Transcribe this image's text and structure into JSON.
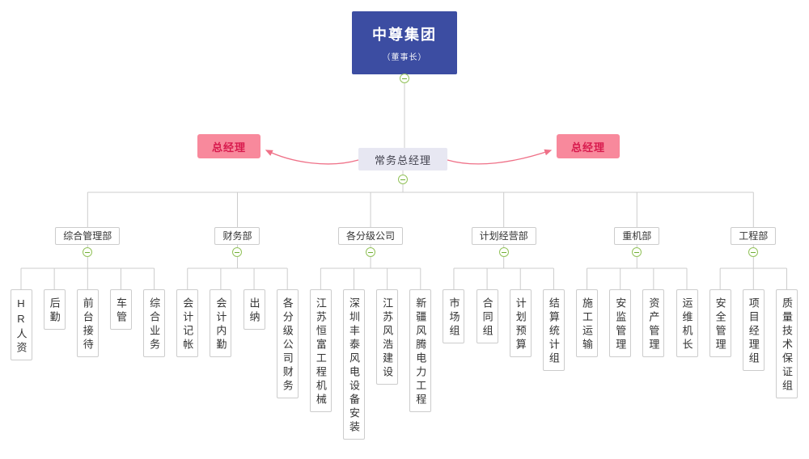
{
  "chart": {
    "root": {
      "title": "中尊集团",
      "subtitle": "（董事长）"
    },
    "deputy": {
      "label": "常务总经理"
    },
    "side_managers": [
      {
        "label": "总经理",
        "side": "left"
      },
      {
        "label": "总经理",
        "side": "right"
      }
    ],
    "departments": [
      {
        "label": "综合管理部",
        "children": [
          "HR人资",
          "后勤",
          "前台接待",
          "车管",
          "综合业务"
        ]
      },
      {
        "label": "财务部",
        "children": [
          "会计记帐",
          "会计内勤",
          "出纳",
          "各分级公司财务"
        ]
      },
      {
        "label": "各分级公司",
        "children": [
          "江苏恒富工程机械",
          "深圳丰泰风电设备安装",
          "江苏风浩建设",
          "新疆风腾电力工程"
        ]
      },
      {
        "label": "计划经营部",
        "children": [
          "市场组",
          "合同组",
          "计划预算",
          "结算统计组"
        ]
      },
      {
        "label": "重机部",
        "children": [
          "施工运输",
          "安监管理",
          "资产管理",
          "运维机长"
        ]
      },
      {
        "label": "工程部",
        "children": [
          "安全管理",
          "项目经理组",
          "质量技术保证组"
        ]
      }
    ],
    "colors": {
      "root_bg": "#3c4da2",
      "root_text": "#ffffff",
      "deputy_bg": "#e7e7f2",
      "deputy_text": "#43434f",
      "manager_bg": "#f8899c",
      "manager_text": "#d81b4e",
      "line": "#cccccc",
      "arrow": "#ef7188",
      "toggle_border": "#93c25c",
      "toggle_minus": "#6fae35",
      "node_border": "#cccccc",
      "node_bg": "#ffffff",
      "node_text": "#333333"
    }
  }
}
